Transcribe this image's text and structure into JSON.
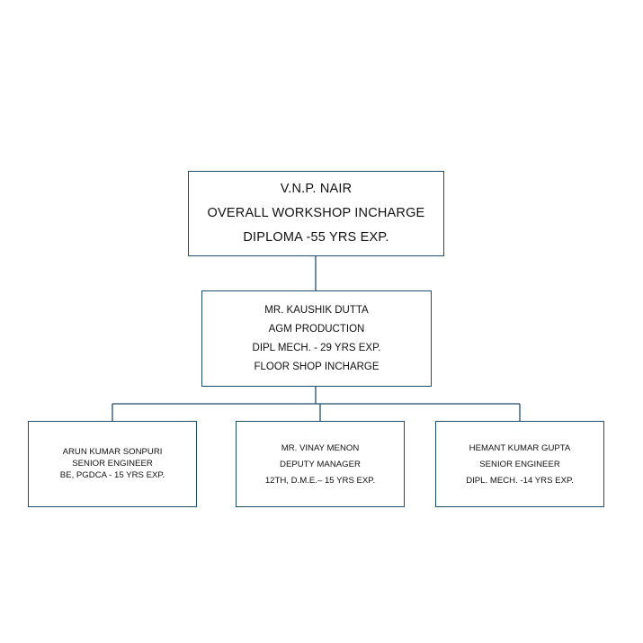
{
  "org_chart": {
    "top": {
      "lines": [
        "V.N.P. NAIR",
        "OVERALL WORKSHOP INCHARGE",
        "DIPLOMA -55 YRS EXP."
      ]
    },
    "middle": {
      "lines": [
        "MR. KAUSHIK DUTTA",
        "AGM PRODUCTION",
        "DIPL MECH. - 29 YRS EXP.",
        "FLOOR SHOP INCHARGE"
      ]
    },
    "children": [
      {
        "lines": [
          "ARUN KUMAR SONPURI",
          "SENIOR ENGINEER",
          "BE, PGDCA - 15 YRS EXP."
        ]
      },
      {
        "lines": [
          "MR. VINAY MENON",
          "DEPUTY MANAGER",
          "12TH, D.M.E.– 15 YRS EXP."
        ]
      },
      {
        "lines": [
          "HEMANT KUMAR GUPTA",
          "SENIOR ENGINEER",
          "DIPL. MECH. -14 YRS EXP."
        ]
      }
    ],
    "colors": {
      "border": "#1f4e6b",
      "connector": "#1f4e6b",
      "text": "#111111"
    }
  }
}
